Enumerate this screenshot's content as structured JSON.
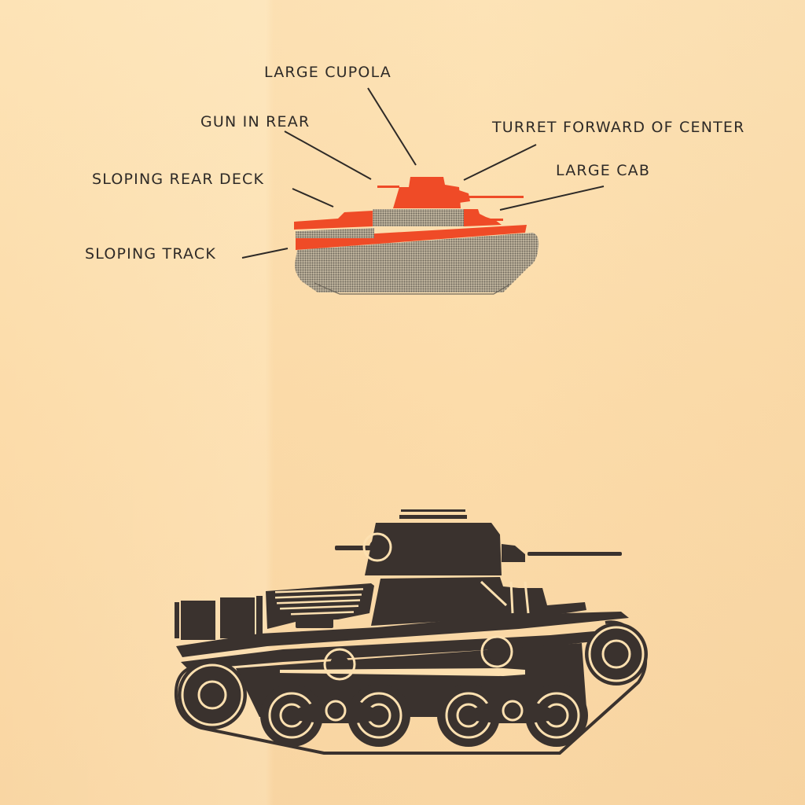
{
  "diagram": {
    "type": "tank-recognition-chart",
    "colors": {
      "background": "#fde0b0",
      "highlight": "#ef4b27",
      "halftone": "#9d9483",
      "ink": "#3a322e",
      "label_text": "#2e2a27"
    },
    "callouts": [
      {
        "id": "large-cupola",
        "label": "LARGE CUPOLA"
      },
      {
        "id": "gun-in-rear",
        "label": "GUN IN REAR"
      },
      {
        "id": "turret-forward-of-center",
        "label": "TURRET FORWARD OF CENTER"
      },
      {
        "id": "sloping-rear-deck",
        "label": "SLOPING REAR DECK"
      },
      {
        "id": "large-cab",
        "label": "LARGE CAB"
      },
      {
        "id": "sloping-track",
        "label": "SLOPING TRACK"
      }
    ],
    "figures": [
      {
        "id": "silhouette-diagram",
        "description": "Red/halftone tank silhouette with labelled features"
      },
      {
        "id": "detailed-illustration",
        "description": "Black line illustration of light tank side view"
      }
    ]
  }
}
